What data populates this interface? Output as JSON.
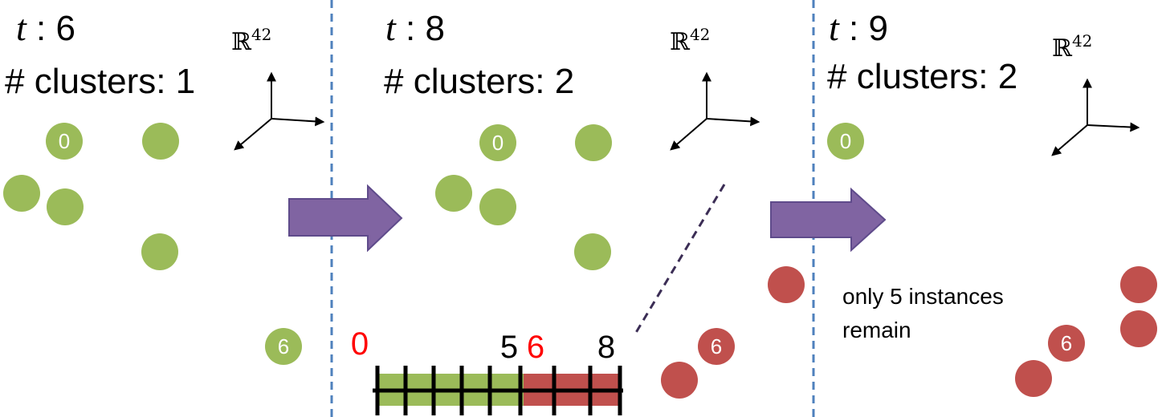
{
  "colors": {
    "cluster_0": "#9bbb59",
    "cluster_6": "#c0504d",
    "arrow_fill": "#8064a2",
    "arrow_stroke": "#5f4b8b",
    "divider": "#4f81bd",
    "highlight_tick": "#ff0000"
  },
  "icons": {
    "axes": "3d-axes-icon",
    "transition": "right-arrow-icon"
  },
  "panels": [
    {
      "time_var": "t",
      "time_sep": " : ",
      "time_value": "6",
      "clusters_label": "# clusters: ",
      "clusters_value": "1",
      "space_base": "ℝ",
      "space_exp": "42",
      "points": [
        {
          "label": "0",
          "cluster": "0"
        },
        {
          "label": "",
          "cluster": "0"
        },
        {
          "label": "",
          "cluster": "0"
        },
        {
          "label": "",
          "cluster": "0"
        },
        {
          "label": "",
          "cluster": "0"
        },
        {
          "label": "6",
          "cluster": "0"
        }
      ]
    },
    {
      "time_var": "t",
      "time_sep": " : ",
      "time_value": "8",
      "clusters_label": "# clusters: ",
      "clusters_value": "2",
      "space_base": "ℝ",
      "space_exp": "42",
      "points": [
        {
          "label": "0",
          "cluster": "0"
        },
        {
          "label": "",
          "cluster": "0"
        },
        {
          "label": "",
          "cluster": "0"
        },
        {
          "label": "",
          "cluster": "0"
        },
        {
          "label": "",
          "cluster": "0"
        },
        {
          "label": "6",
          "cluster": "6"
        },
        {
          "label": "",
          "cluster": "6"
        }
      ],
      "timeline": {
        "ticks": [
          "0",
          "5",
          "6",
          "8"
        ],
        "highlight": [
          "0",
          "6"
        ]
      }
    },
    {
      "time_var": "t",
      "time_sep": " : ",
      "time_value": "9",
      "clusters_label": "# clusters: ",
      "clusters_value": "2",
      "space_base": "ℝ",
      "space_exp": "42",
      "note_line1": "only 5 instances",
      "note_line2": "remain",
      "points": [
        {
          "label": "0",
          "cluster": "0"
        },
        {
          "label": "",
          "cluster": "6"
        },
        {
          "label": "",
          "cluster": "6"
        },
        {
          "label": "",
          "cluster": "6"
        },
        {
          "label": "6",
          "cluster": "6"
        },
        {
          "label": "",
          "cluster": "6"
        }
      ]
    }
  ]
}
